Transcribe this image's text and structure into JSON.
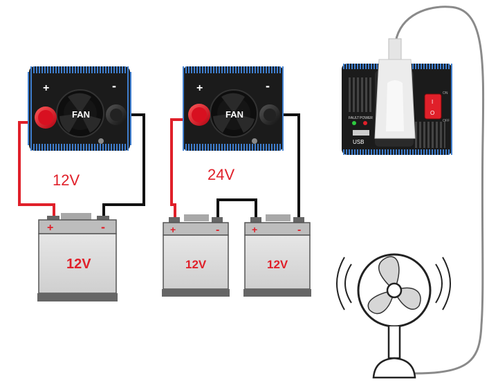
{
  "colors": {
    "wire_positive": "#e0202a",
    "wire_negative": "#111111",
    "battery_body": "#d9d9d9",
    "battery_top": "#c4c4c4",
    "battery_label": "#e0202a",
    "inverter_body": "#1b1b1b",
    "inverter_fins": "#3f7fd0",
    "voltage_text": "#e0202a",
    "fan_blade": "#d6d6d6",
    "power_cord": "#8a8a8a"
  },
  "icons": {
    "positive": "red-positive-terminal-icon",
    "negative": "black-negative-terminal-icon",
    "fan": "cooling-fan-icon",
    "switch": "power-switch-icon",
    "desk_fan": "desk-fan-icon"
  },
  "inverter_back": {
    "plus": "+",
    "minus": "-",
    "fan_label": "FAN"
  },
  "inverter_front": {
    "usb_label": "USB",
    "fault_label": "FAULT",
    "power_label": "POWER",
    "on_label": "ON",
    "off_label": "OFF",
    "switch_on": "I",
    "switch_off": "O"
  },
  "setup_12v": {
    "system_voltage": "12V",
    "battery": {
      "label": "12V",
      "plus": "+",
      "minus": "-"
    }
  },
  "setup_24v": {
    "system_voltage": "24V",
    "battery_a": {
      "label": "12V",
      "plus": "+",
      "minus": "-"
    },
    "battery_b": {
      "label": "12V",
      "plus": "+",
      "minus": "-"
    }
  }
}
